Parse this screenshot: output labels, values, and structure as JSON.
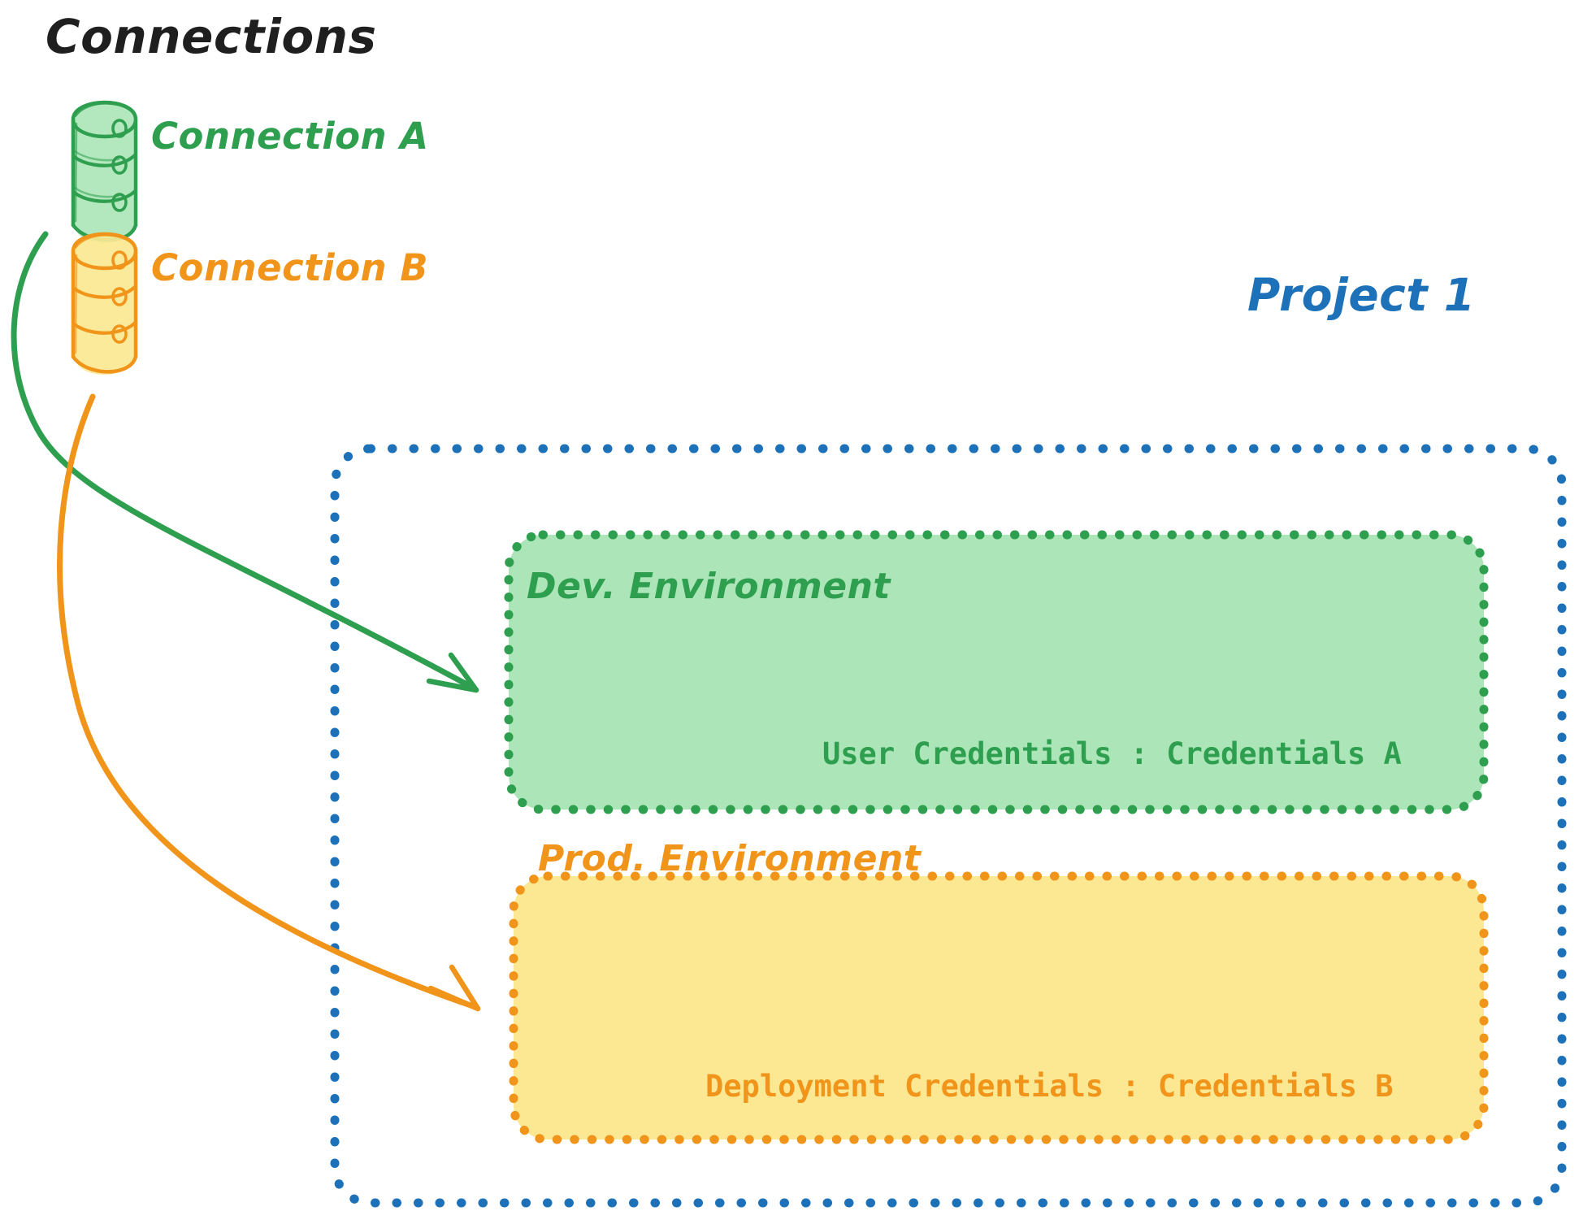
{
  "diagram": {
    "title": "Connections",
    "background": "#ffffff"
  },
  "colors": {
    "green_stroke": "#2E9E4F",
    "green_fill": "#ACE6B8",
    "orange_stroke": "#F0941A",
    "orange_fill": "#FCE893",
    "blue_stroke": "#1D71B8",
    "title_text": "#1f1f1f"
  },
  "connections": {
    "heading": "Connections",
    "items": [
      {
        "id": "connection-a",
        "label": "Connection A",
        "icon": "database-cylinder-icon",
        "color": "#2E9E4F",
        "fill": "#ACE6B8"
      },
      {
        "id": "connection-b",
        "label": "Connection B",
        "icon": "database-cylinder-icon",
        "color": "#F0941A",
        "fill": "#FCE893"
      }
    ]
  },
  "project": {
    "label": "Project 1",
    "border_style": "dotted",
    "border_color": "#1D71B8",
    "environments": [
      {
        "id": "dev-environment",
        "title": "Dev. Environment",
        "credentials_label": "User Credentials",
        "credentials_separator": ":",
        "credentials_value": "Credentials A",
        "credentials_text": "User Credentials : Credentials A",
        "border_color": "#2E9E4F",
        "fill": "#ACE6B8",
        "border_style": "dotted"
      },
      {
        "id": "prod-environment",
        "title": "Prod. Environment",
        "credentials_label": "Deployment Credentials",
        "credentials_separator": ":",
        "credentials_value": "Credentials B",
        "credentials_text": "Deployment Credentials : Credentials B",
        "border_color": "#F0941A",
        "fill": "#FCE893",
        "border_style": "dotted"
      }
    ]
  },
  "arrows": [
    {
      "id": "arrow-connection-a-to-dev",
      "from": "connection-a",
      "to": "dev-environment",
      "color": "#2E9E4F"
    },
    {
      "id": "arrow-connection-b-to-prod",
      "from": "connection-b",
      "to": "prod-environment",
      "color": "#F0941A"
    }
  ]
}
